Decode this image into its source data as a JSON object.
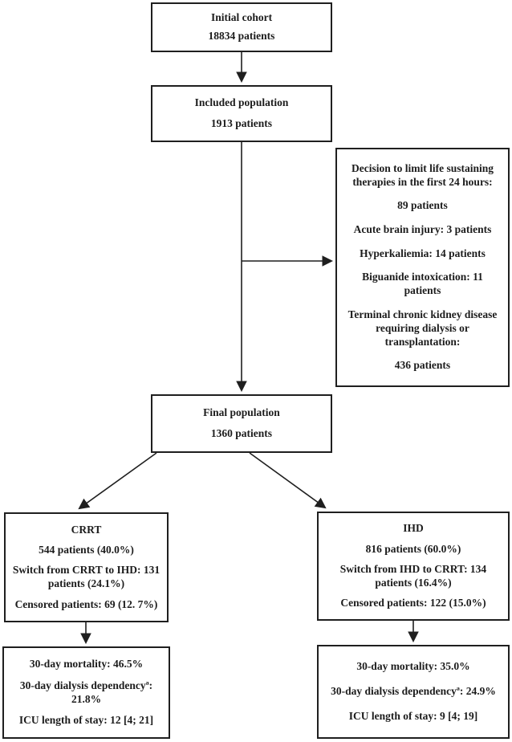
{
  "colors": {
    "line": "#1f1f1f",
    "background": "#ffffff",
    "text": "#1c1c1c"
  },
  "flowchart": {
    "initial": {
      "title": "Initial cohort",
      "value": "18834 patients"
    },
    "included": {
      "title": "Included population",
      "value": "1913 patients"
    },
    "exclusions": {
      "lines": [
        "Decision to limit life sustaining therapies in the first 24 hours:",
        "89 patients",
        "Acute brain injury: 3 patients",
        "Hyperkaliemia: 14 patients",
        "Biguanide intoxication: 11 patients",
        "Terminal chronic kidney disease requiring dialysis or transplantation:",
        "436 patients"
      ]
    },
    "final": {
      "title": "Final population",
      "value": "1360 patients"
    },
    "crrt": {
      "title": "CRRT",
      "lines": [
        "544 patients (40.0%)",
        "Switch from CRRT to IHD: 131 patients (24.1%)",
        "Censored patients: 69 (12. 7%)"
      ]
    },
    "ihd": {
      "title": "IHD",
      "lines": [
        "816 patients (60.0%)",
        "Switch from IHD to CRRT: 134 patients (16.4%)",
        "Censored patients: 122 (15.0%)"
      ]
    },
    "crrt_outcomes": {
      "lines": [
        "30-day mortality: 46.5%",
        "30-day dialysis dependencyª: 21.8%",
        "ICU length of stay: 12 [4; 21]"
      ]
    },
    "ihd_outcomes": {
      "lines": [
        "30-day mortality: 35.0%",
        "30-day dialysis dependencyª: 24.9%",
        "ICU length of stay: 9 [4; 19]"
      ]
    }
  }
}
